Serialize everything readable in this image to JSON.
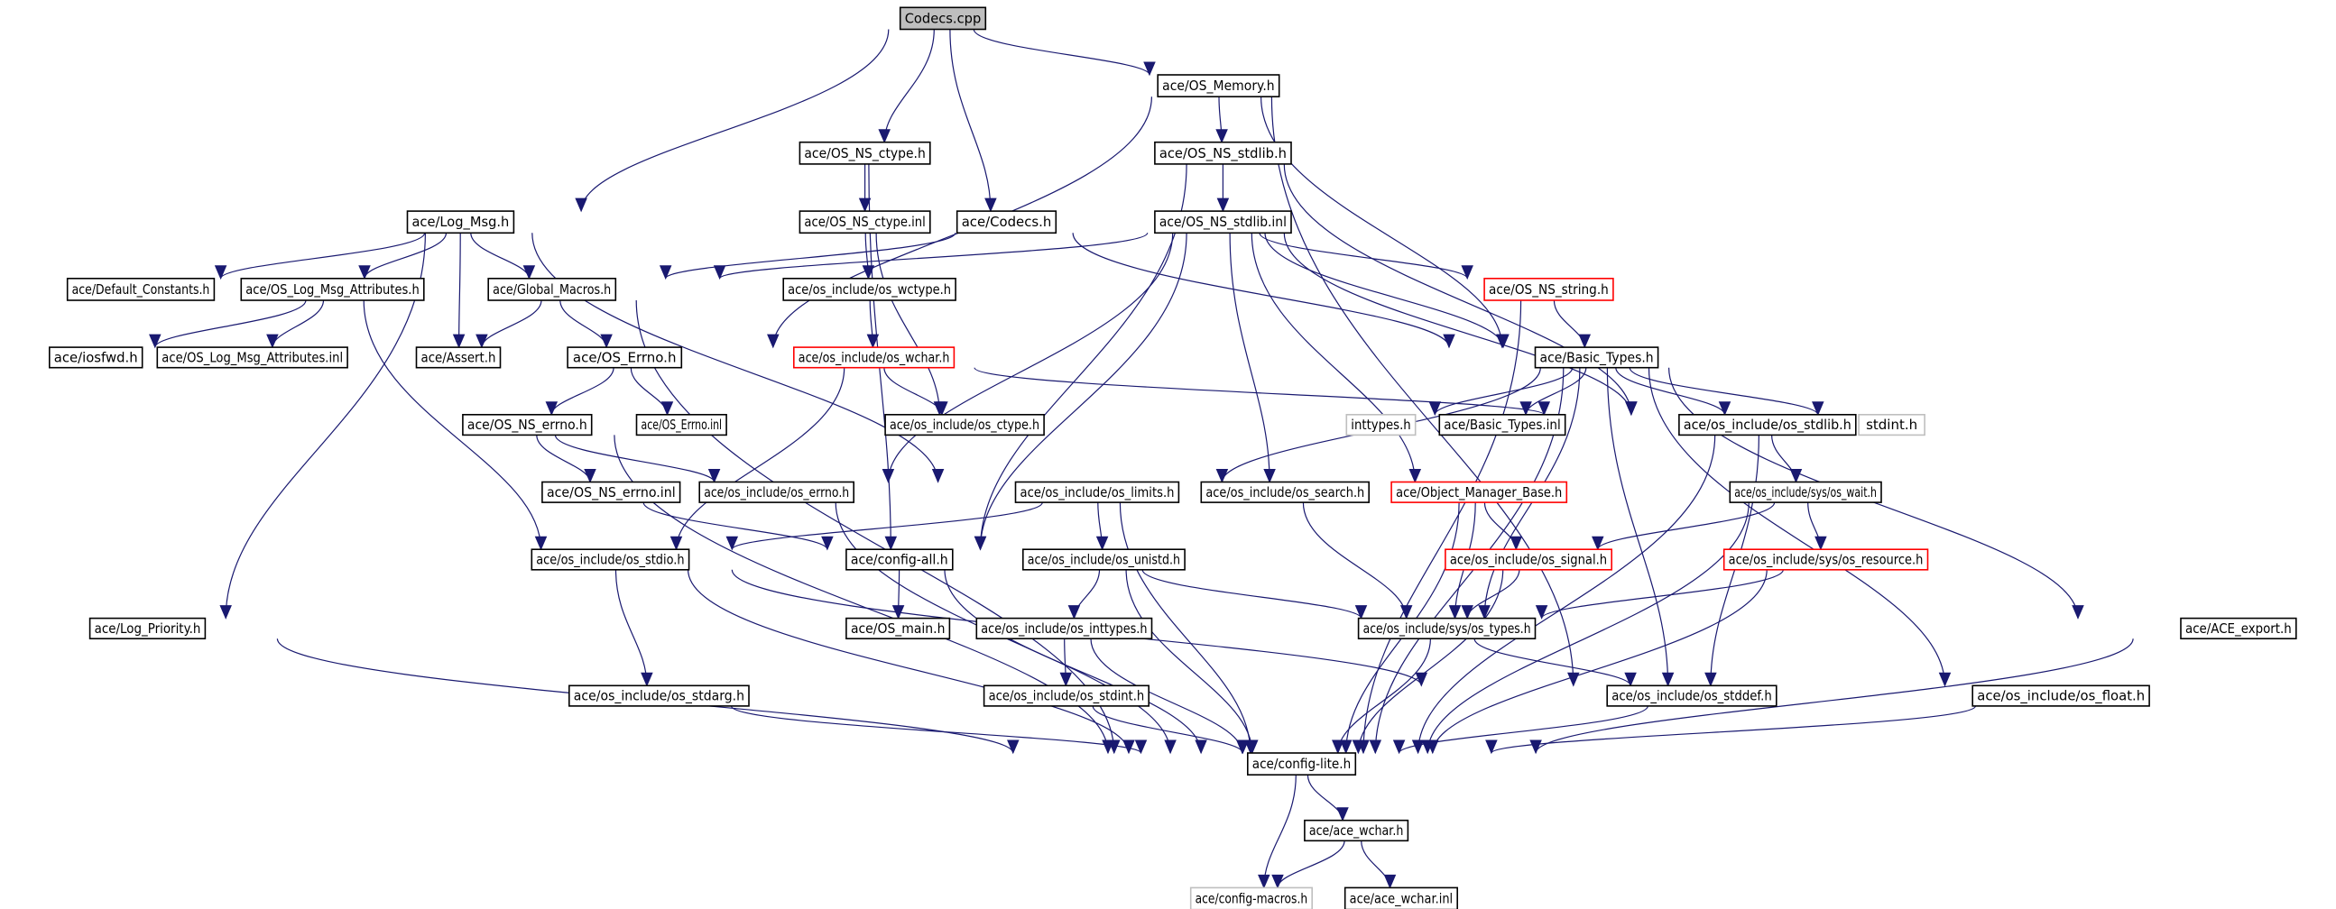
{
  "title": "Codecs.cpp include dependency graph",
  "colors": {
    "edge": "#191970",
    "root_fill": "#bfbfbf",
    "node_border": "#000000",
    "missing_border": "#ff0000",
    "external_border": "#bfbfbf"
  },
  "nodes": [
    {
      "id": "codecs_cpp",
      "label": "Codecs.cpp",
      "kind": "root"
    },
    {
      "id": "os_memory",
      "label": "ace/OS_Memory.h",
      "kind": "normal"
    },
    {
      "id": "os_ns_ctype",
      "label": "ace/OS_NS_ctype.h",
      "kind": "normal"
    },
    {
      "id": "os_ns_stdlib",
      "label": "ace/OS_NS_stdlib.h",
      "kind": "normal"
    },
    {
      "id": "log_msg",
      "label": "ace/Log_Msg.h",
      "kind": "normal"
    },
    {
      "id": "os_ns_ctype_inl",
      "label": "ace/OS_NS_ctype.inl",
      "kind": "normal"
    },
    {
      "id": "codecs_h",
      "label": "ace/Codecs.h",
      "kind": "normal"
    },
    {
      "id": "os_ns_stdlib_inl",
      "label": "ace/OS_NS_stdlib.inl",
      "kind": "normal"
    },
    {
      "id": "default_constants",
      "label": "ace/Default_Constants.h",
      "kind": "normal"
    },
    {
      "id": "os_log_msg_attr",
      "label": "ace/OS_Log_Msg_Attributes.h",
      "kind": "normal"
    },
    {
      "id": "global_macros",
      "label": "ace/Global_Macros.h",
      "kind": "normal"
    },
    {
      "id": "os_wctype",
      "label": "ace/os_include/os_wctype.h",
      "kind": "normal"
    },
    {
      "id": "os_ns_string",
      "label": "ace/OS_NS_string.h",
      "kind": "truncated"
    },
    {
      "id": "iosfwd",
      "label": "ace/iosfwd.h",
      "kind": "normal"
    },
    {
      "id": "os_log_msg_attr_inl",
      "label": "ace/OS_Log_Msg_Attributes.inl",
      "kind": "normal"
    },
    {
      "id": "assert_h",
      "label": "ace/Assert.h",
      "kind": "normal"
    },
    {
      "id": "os_errno_h",
      "label": "ace/OS_Errno.h",
      "kind": "normal"
    },
    {
      "id": "os_wchar",
      "label": "ace/os_include/os_wchar.h",
      "kind": "truncated"
    },
    {
      "id": "basic_types",
      "label": "ace/Basic_Types.h",
      "kind": "normal"
    },
    {
      "id": "os_ns_errno",
      "label": "ace/OS_NS_errno.h",
      "kind": "normal"
    },
    {
      "id": "os_errno_inl",
      "label": "ace/OS_Errno.inl",
      "kind": "normal"
    },
    {
      "id": "os_ctype",
      "label": "ace/os_include/os_ctype.h",
      "kind": "normal"
    },
    {
      "id": "inttypes",
      "label": "inttypes.h",
      "kind": "external"
    },
    {
      "id": "basic_types_inl",
      "label": "ace/Basic_Types.inl",
      "kind": "normal"
    },
    {
      "id": "os_stdlib",
      "label": "ace/os_include/os_stdlib.h",
      "kind": "normal"
    },
    {
      "id": "stdint",
      "label": "stdint.h",
      "kind": "external"
    },
    {
      "id": "os_ns_errno_inl",
      "label": "ace/OS_NS_errno.inl",
      "kind": "normal"
    },
    {
      "id": "os_errno_inc",
      "label": "ace/os_include/os_errno.h",
      "kind": "normal"
    },
    {
      "id": "os_limits",
      "label": "ace/os_include/os_limits.h",
      "kind": "normal"
    },
    {
      "id": "os_search",
      "label": "ace/os_include/os_search.h",
      "kind": "normal"
    },
    {
      "id": "object_manager_base",
      "label": "ace/Object_Manager_Base.h",
      "kind": "truncated"
    },
    {
      "id": "os_wait",
      "label": "ace/os_include/sys/os_wait.h",
      "kind": "normal"
    },
    {
      "id": "os_stdio",
      "label": "ace/os_include/os_stdio.h",
      "kind": "normal"
    },
    {
      "id": "config_all",
      "label": "ace/config-all.h",
      "kind": "normal"
    },
    {
      "id": "os_unistd",
      "label": "ace/os_include/os_unistd.h",
      "kind": "normal"
    },
    {
      "id": "os_signal",
      "label": "ace/os_include/os_signal.h",
      "kind": "truncated"
    },
    {
      "id": "os_resource",
      "label": "ace/os_include/sys/os_resource.h",
      "kind": "truncated"
    },
    {
      "id": "log_priority",
      "label": "ace/Log_Priority.h",
      "kind": "normal"
    },
    {
      "id": "os_main",
      "label": "ace/OS_main.h",
      "kind": "normal"
    },
    {
      "id": "os_inttypes",
      "label": "ace/os_include/os_inttypes.h",
      "kind": "normal"
    },
    {
      "id": "os_types",
      "label": "ace/os_include/sys/os_types.h",
      "kind": "normal"
    },
    {
      "id": "ace_export",
      "label": "ace/ACE_export.h",
      "kind": "normal"
    },
    {
      "id": "os_stdarg",
      "label": "ace/os_include/os_stdarg.h",
      "kind": "normal"
    },
    {
      "id": "os_stdint",
      "label": "ace/os_include/os_stdint.h",
      "kind": "normal"
    },
    {
      "id": "os_stddef",
      "label": "ace/os_include/os_stddef.h",
      "kind": "normal"
    },
    {
      "id": "os_float",
      "label": "ace/os_include/os_float.h",
      "kind": "normal"
    },
    {
      "id": "config_lite",
      "label": "ace/config-lite.h",
      "kind": "normal"
    },
    {
      "id": "ace_wchar_h",
      "label": "ace/ace_wchar.h",
      "kind": "normal"
    },
    {
      "id": "config_macros",
      "label": "ace/config-macros.h",
      "kind": "external"
    },
    {
      "id": "ace_wchar_inl",
      "label": "ace/ace_wchar.inl",
      "kind": "normal"
    }
  ],
  "edges": [
    [
      "codecs_cpp",
      "log_msg"
    ],
    [
      "codecs_cpp",
      "os_ns_ctype"
    ],
    [
      "codecs_cpp",
      "codecs_h"
    ],
    [
      "codecs_cpp",
      "os_memory"
    ],
    [
      "os_memory",
      "os_errno_h"
    ],
    [
      "os_memory",
      "os_ns_stdlib"
    ],
    [
      "os_memory",
      "basic_types"
    ],
    [
      "os_memory",
      "os_stddef"
    ],
    [
      "os_ns_ctype",
      "os_ns_ctype_inl"
    ],
    [
      "os_ns_ctype",
      "config_all"
    ],
    [
      "os_ns_ctype_inl",
      "os_wctype"
    ],
    [
      "os_ns_ctype_inl",
      "os_ctype"
    ],
    [
      "codecs_h",
      "global_macros"
    ],
    [
      "codecs_h",
      "basic_types"
    ],
    [
      "os_ns_stdlib",
      "os_ns_stdlib_inl"
    ],
    [
      "os_ns_stdlib",
      "config_all"
    ],
    [
      "os_ns_stdlib",
      "os_stdlib"
    ],
    [
      "os_ns_stdlib_inl",
      "global_macros"
    ],
    [
      "os_ns_stdlib_inl",
      "os_ns_string"
    ],
    [
      "os_ns_stdlib_inl",
      "basic_types"
    ],
    [
      "os_ns_stdlib_inl",
      "os_errno_inc"
    ],
    [
      "os_ns_stdlib_inl",
      "config_all"
    ],
    [
      "os_ns_stdlib_inl",
      "os_search"
    ],
    [
      "os_ns_stdlib_inl",
      "object_manager_base"
    ],
    [
      "os_ns_stdlib_inl",
      "os_stdlib"
    ],
    [
      "log_msg",
      "default_constants"
    ],
    [
      "log_msg",
      "os_log_msg_attr"
    ],
    [
      "log_msg",
      "assert_h"
    ],
    [
      "log_msg",
      "global_macros"
    ],
    [
      "log_msg",
      "os_limits"
    ],
    [
      "log_msg",
      "log_priority"
    ],
    [
      "os_log_msg_attr",
      "iosfwd"
    ],
    [
      "os_log_msg_attr",
      "os_log_msg_attr_inl"
    ],
    [
      "os_log_msg_attr",
      "os_stdio"
    ],
    [
      "global_macros",
      "assert_h"
    ],
    [
      "global_macros",
      "os_errno_h"
    ],
    [
      "global_macros",
      "config_lite"
    ],
    [
      "os_wctype",
      "os_wchar"
    ],
    [
      "os_wchar",
      "os_ctype"
    ],
    [
      "os_wchar",
      "os_stdio"
    ],
    [
      "os_wchar",
      "os_stdlib"
    ],
    [
      "os_ns_string",
      "basic_types"
    ],
    [
      "os_ns_string",
      "config_lite"
    ],
    [
      "os_errno_h",
      "os_ns_errno"
    ],
    [
      "os_errno_h",
      "os_errno_inl"
    ],
    [
      "os_ns_errno",
      "os_ns_errno_inl"
    ],
    [
      "os_ns_errno",
      "os_errno_inc"
    ],
    [
      "os_ns_errno",
      "config_lite"
    ],
    [
      "os_ns_errno_inl",
      "config_all"
    ],
    [
      "os_errno_inc",
      "config_lite"
    ],
    [
      "basic_types",
      "inttypes"
    ],
    [
      "basic_types",
      "basic_types_inl"
    ],
    [
      "basic_types",
      "os_stdlib"
    ],
    [
      "basic_types",
      "stdint"
    ],
    [
      "basic_types",
      "os_limits"
    ],
    [
      "basic_types",
      "os_types"
    ],
    [
      "basic_types",
      "os_stddef"
    ],
    [
      "basic_types",
      "os_float"
    ],
    [
      "basic_types",
      "ace_export"
    ],
    [
      "basic_types",
      "config_lite"
    ],
    [
      "os_stdlib",
      "os_wait"
    ],
    [
      "os_stdlib",
      "os_stddef"
    ],
    [
      "os_stdlib",
      "config_lite"
    ],
    [
      "os_limits",
      "os_stdio"
    ],
    [
      "os_limits",
      "os_unistd"
    ],
    [
      "os_limits",
      "config_lite"
    ],
    [
      "os_search",
      "os_types"
    ],
    [
      "object_manager_base",
      "os_signal"
    ],
    [
      "object_manager_base",
      "os_types"
    ],
    [
      "object_manager_base",
      "config_lite"
    ],
    [
      "os_wait",
      "os_signal"
    ],
    [
      "os_wait",
      "os_resource"
    ],
    [
      "os_wait",
      "config_lite"
    ],
    [
      "os_stdio",
      "os_stdarg"
    ],
    [
      "os_stdio",
      "os_stddef"
    ],
    [
      "os_stdio",
      "config_lite"
    ],
    [
      "config_all",
      "os_main"
    ],
    [
      "config_all",
      "config_lite"
    ],
    [
      "os_unistd",
      "os_inttypes"
    ],
    [
      "os_unistd",
      "os_types"
    ],
    [
      "os_unistd",
      "config_lite"
    ],
    [
      "os_signal",
      "os_types"
    ],
    [
      "os_signal",
      "config_lite"
    ],
    [
      "os_resource",
      "os_types"
    ],
    [
      "os_resource",
      "config_lite"
    ],
    [
      "log_priority",
      "config_lite"
    ],
    [
      "os_inttypes",
      "os_stdint"
    ],
    [
      "os_inttypes",
      "config_lite"
    ],
    [
      "os_types",
      "os_stddef"
    ],
    [
      "os_types",
      "config_lite"
    ],
    [
      "ace_export",
      "config_lite"
    ],
    [
      "os_stdarg",
      "config_lite"
    ],
    [
      "os_stdint",
      "config_lite"
    ],
    [
      "os_stddef",
      "config_lite"
    ],
    [
      "os_float",
      "config_lite"
    ],
    [
      "config_lite",
      "ace_wchar_h"
    ],
    [
      "config_lite",
      "config_macros"
    ],
    [
      "ace_wchar_h",
      "config_macros"
    ],
    [
      "ace_wchar_h",
      "ace_wchar_inl"
    ]
  ]
}
